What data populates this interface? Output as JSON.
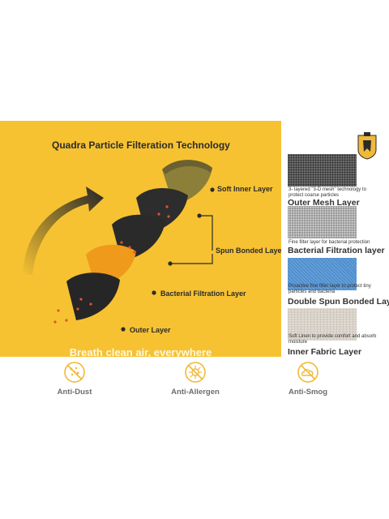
{
  "panel": {
    "title": "Quadra Particle Filteration Technology",
    "tagline": "Breath clean air, everywhere",
    "layer_labels": [
      "Soft Inner Layer",
      "Spun Bonded Layer",
      "Bacterial Filtration Layer",
      "Outer Layer"
    ]
  },
  "fabrics": [
    {
      "description": "3- layered \"3-D mesh\" technology to protect coarse particles",
      "name": "Outer Mesh Layer"
    },
    {
      "description": "Fine filter layer for bacterial protection",
      "name": "Bacterial Filtration layer"
    },
    {
      "description": "Proactive fine filter layer to protect tiny particles and bacteria",
      "name": "Double Spun Bonded Layer"
    },
    {
      "description": "Soft Linen to provide comfort and absorb moisture",
      "name": "Inner Fabric Layer"
    }
  ],
  "benefits": [
    {
      "label": "Anti-Dust",
      "icon": "no-dust-icon"
    },
    {
      "label": "Anti-Allergen",
      "icon": "no-allergen-icon"
    },
    {
      "label": "Anti-Smog",
      "icon": "no-smog-icon"
    }
  ],
  "colors": {
    "panel": "#f6c232",
    "dark": "#2b2b2b",
    "accent": "#e0542e",
    "icon_gold": "#f0b93a"
  }
}
